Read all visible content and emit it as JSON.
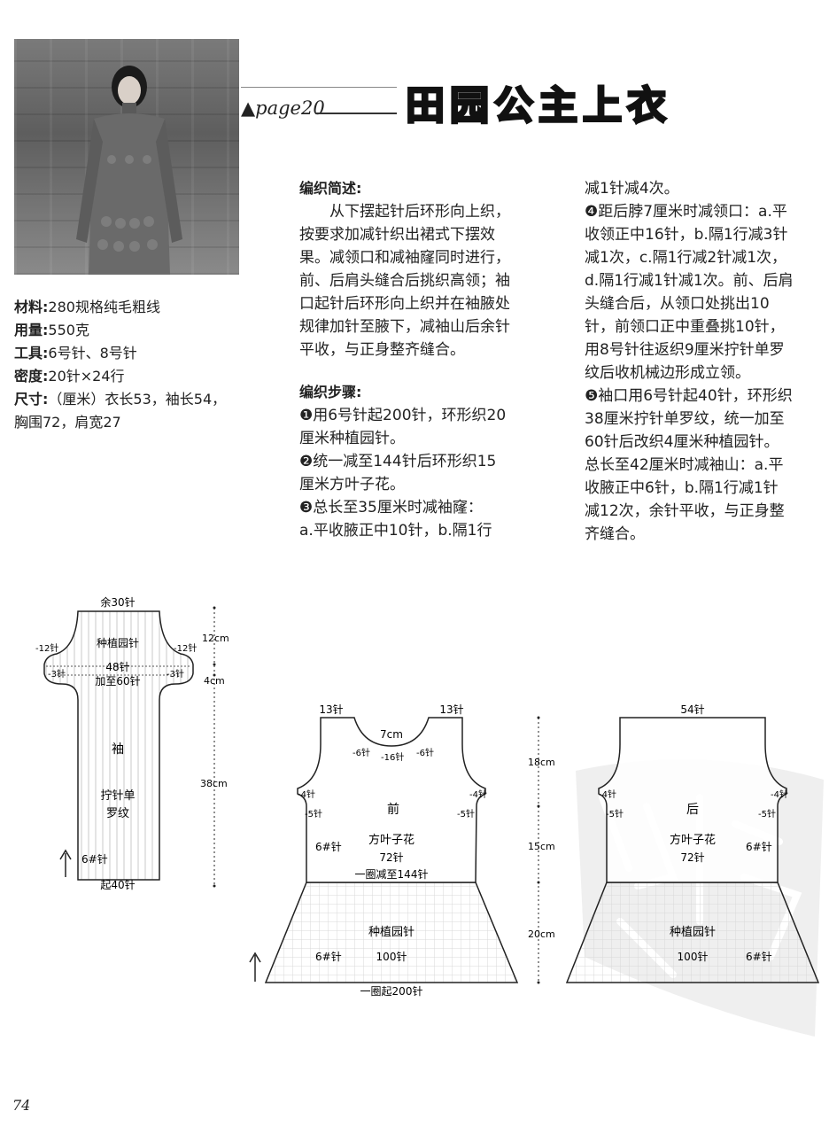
{
  "header": {
    "page_ref": "▲page20",
    "title": "田园公主上衣"
  },
  "specs": [
    {
      "label": "材料:",
      "value": "280规格纯毛粗线"
    },
    {
      "label": "用量:",
      "value": "550克"
    },
    {
      "label": "工具:",
      "value": "6号针、8号针"
    },
    {
      "label": "密度:",
      "value": "20针×24行"
    },
    {
      "label": "尺寸:",
      "value": "（厘米）衣长53，袖长54，"
    },
    {
      "label": "",
      "value": "胸围72，肩宽27"
    }
  ],
  "summary": {
    "heading": "编织简述:",
    "lines": [
      "　　从下摆起针后环形向上织，",
      "按要求加减针织出裙式下摆效",
      "果。减领口和减袖窿同时进行，",
      "前、后肩头缝合后挑织高领；袖",
      "口起针后环形向上织并在袖腋处",
      "规律加针至腋下，减袖山后余针",
      "平收，与正身整齐缝合。"
    ]
  },
  "steps": {
    "heading": "编织步骤:",
    "col1": [
      "❶用6号针起200针，环形织20",
      "厘米种植园针。",
      "❷统一减至144针后环形织15",
      "厘米方叶子花。",
      "❸总长至35厘米时减袖窿：",
      "a.平收腋正中10针，b.隔1行"
    ],
    "col2": [
      "减1针减4次。",
      "❹距后脖7厘米时减领口：a.平",
      "收领正中16针，b.隔1行减3针",
      "减1次，c.隔1行减2针减1次，",
      "d.隔1行减1针减1次。前、后肩",
      "头缝合后，从领口处挑出10",
      "针，前领口正中重叠挑10针，",
      "用8号针往返织9厘米拧针单罗",
      "纹后收机械边形成立领。",
      "❺袖口用6号针起40针，环形织",
      "38厘米拧针单罗纹，统一加至",
      "60针后改织4厘米种植园针。",
      "总长至42厘米时减袖山：a.平",
      "收腋正中6针，b.隔1行减1针",
      "减12次，余针平收，与正身整",
      "齐缝合。"
    ]
  },
  "sleeve": {
    "top": "余30针",
    "left_dec": "-12针",
    "right_dec": "-12针",
    "pattern1": "种植园针",
    "left_dec2": "-3针",
    "right_dec2": "-3针",
    "count": "48针",
    "inc": "加至60针",
    "name": "袖",
    "pattern2a": "拧针单",
    "pattern2b": "罗纹",
    "needle": "6#针",
    "cast_on": "起40针",
    "dim1": "12cm",
    "dim2": "4cm",
    "dim3": "38cm"
  },
  "front": {
    "shoulder_l": "13针",
    "shoulder_r": "13针",
    "neck_depth": "7cm",
    "neck_l": "-6针",
    "neck_c": "-16针",
    "neck_r": "-6针",
    "arm_l1": "-4针",
    "arm_l2": "-5针",
    "arm_r1": "-4针",
    "arm_r2": "-5针",
    "name": "前",
    "needle_upper": "6#针",
    "pattern1": "方叶子花",
    "count1": "72针",
    "dec_note": "一圈减至144针",
    "pattern2": "种植园针",
    "needle_lower": "6#针",
    "count2": "100针",
    "cast_on": "一圈起200针",
    "dim1": "18cm",
    "dim2": "15cm",
    "dim3": "20cm"
  },
  "back": {
    "top": "54针",
    "arm_l1": "-4针",
    "arm_l2": "-5针",
    "arm_r1": "-4针",
    "arm_r2": "-5针",
    "name": "后",
    "pattern1": "方叶子花",
    "count1": "72针",
    "needle_upper": "6#针",
    "pattern2": "种植园针",
    "count2": "100针",
    "needle_lower": "6#针"
  },
  "page_number": "74"
}
